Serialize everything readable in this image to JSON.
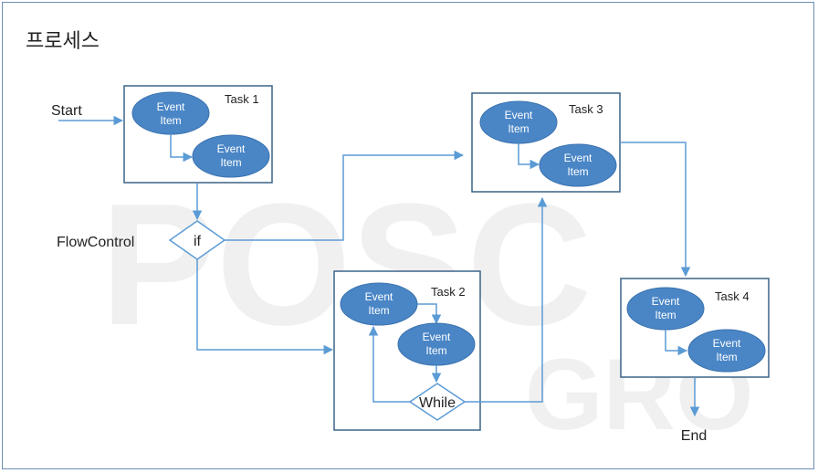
{
  "title": "프로세스",
  "start_label": "Start",
  "end_label": "End",
  "flow_control_label": "FlowControl",
  "tasks": [
    {
      "label": "Task 1",
      "event1": [
        "Event",
        "Item"
      ],
      "event2": [
        "Event",
        "Item"
      ]
    },
    {
      "label": "Task 2",
      "event1": [
        "Event",
        "Item"
      ],
      "event2": [
        "Event",
        "Item"
      ]
    },
    {
      "label": "Task 3",
      "event1": [
        "Event",
        "Item"
      ],
      "event2": [
        "Event",
        "Item"
      ]
    },
    {
      "label": "Task 4",
      "event1": [
        "Event",
        "Item"
      ],
      "event2": [
        "Event",
        "Item"
      ]
    }
  ],
  "if_label": "if",
  "while_label": "While",
  "watermark": {
    "line1": "POSC",
    "line2": "GRO"
  },
  "colors": {
    "event_fill": "#4a86c6",
    "connector": "#5b9bd5",
    "box_border": "#3b6386",
    "frame_border": "#6f8fb3"
  }
}
